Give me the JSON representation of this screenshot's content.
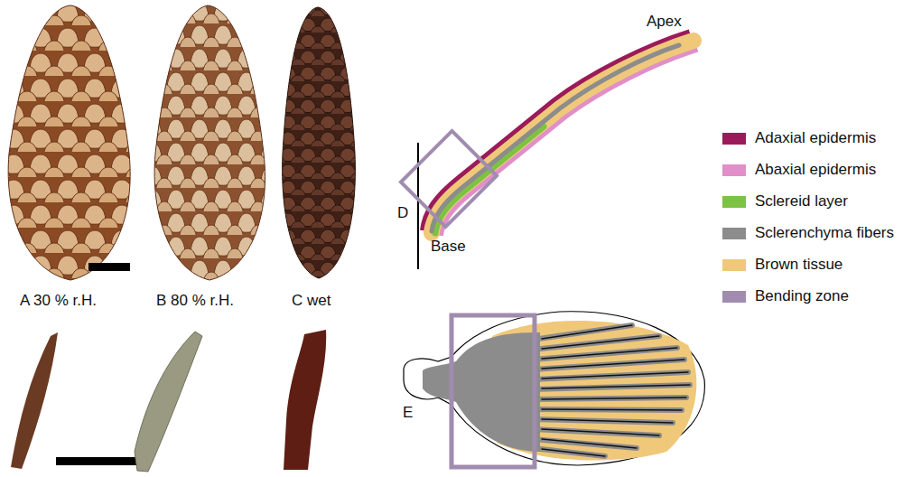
{
  "diagram": {
    "labels": [
      "A 30 % r.H.",
      "B 80 % r.H.",
      "C wet",
      "Apex",
      "D",
      "Base",
      "E"
    ],
    "legend": [
      {
        "text": "Adaxial epidermis",
        "color": "#9b1b5a"
      },
      {
        "text": "Abaxial epidermis",
        "color": "#e08fc8"
      },
      {
        "text": "Sclereid layer",
        "color": "#7dc242"
      },
      {
        "text": "Sclerenchyma fibers",
        "color": "#8c8c8c"
      },
      {
        "text": "Brown tissue",
        "color": "#f0c87a"
      },
      {
        "text": "Bending zone",
        "color": "#a08cae"
      }
    ]
  }
}
